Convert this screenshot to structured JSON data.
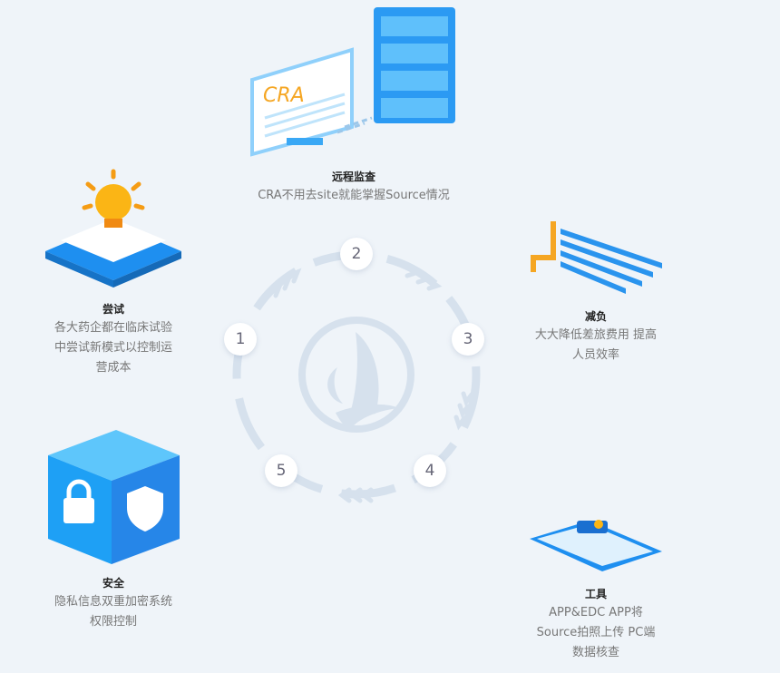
{
  "center_logo": "sailboat-logo",
  "steps": [
    {
      "num": "1",
      "title": "尝试",
      "desc": [
        "各大药企都在临床试验",
        "中尝试新模式以控制运",
        "营成本"
      ],
      "icon": "lightbulb-icon"
    },
    {
      "num": "2",
      "title": "远程监查",
      "desc": [
        "CRA不用去site就能掌握Source情况"
      ],
      "icon": "remote-monitor-icon",
      "monitor_text": "CRA"
    },
    {
      "num": "3",
      "title": "减负",
      "desc": [
        "大大降低差旅费用 提高",
        "人员效率"
      ],
      "icon": "stairs-icon"
    },
    {
      "num": "4",
      "title": "工具",
      "desc": [
        "APP&EDC APP将",
        "Source拍照上传 PC端",
        "数据核查"
      ],
      "icon": "tablet-camera-icon"
    },
    {
      "num": "5",
      "title": "安全",
      "desc": [
        "隐私信息双重加密系统",
        "权限控制"
      ],
      "icon": "security-cube-icon"
    }
  ],
  "colors": {
    "accent": "#1e8ff0",
    "ring": "#d5e0ec",
    "bg": "#eff4f9"
  }
}
